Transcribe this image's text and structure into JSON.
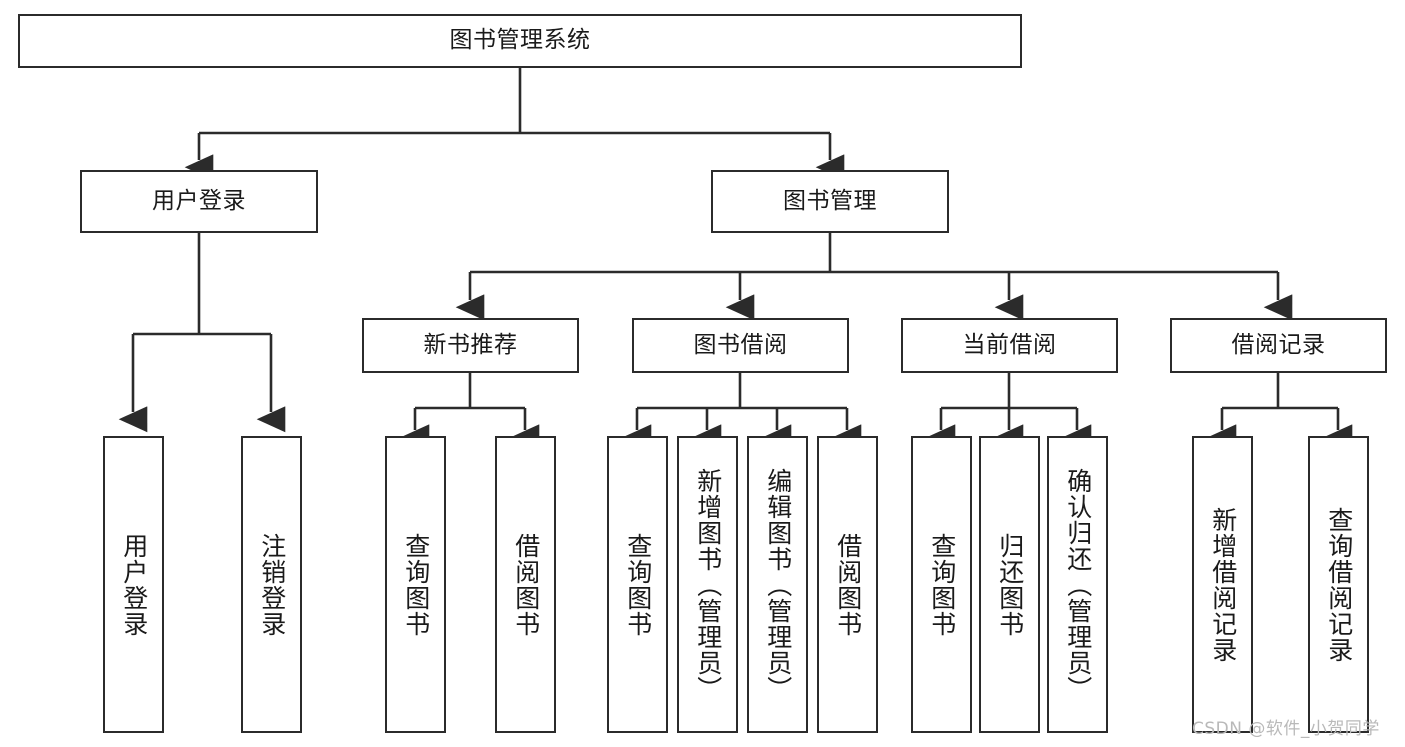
{
  "diagram": {
    "title": "图书管理系统",
    "watermark": "CSDN @软件_小贺同学",
    "stroke_color": "#2b2b2b",
    "fill_color": "#ffffff",
    "text_color": "#1a1a1a",
    "watermark_color": "#b9b9b9",
    "nodes": {
      "root": "图书管理系统",
      "level2": [
        "用户登录",
        "图书管理"
      ],
      "level3": [
        "新书推荐",
        "图书借阅",
        "当前借阅",
        "借阅记录"
      ],
      "leaves": {
        "user_login": [
          "用户登录",
          "注销登录"
        ],
        "new_book_recommend": [
          "查询图书",
          "借阅图书"
        ],
        "book_borrow": [
          "查询图书",
          "新增图书（管理员）",
          "编辑图书（管理员）",
          "借阅图书"
        ],
        "current_borrow": [
          "查询图书",
          "归还图书",
          "确认归还（管理员）"
        ],
        "borrow_record": [
          "新增借阅记录",
          "查询借阅记录"
        ]
      }
    }
  }
}
